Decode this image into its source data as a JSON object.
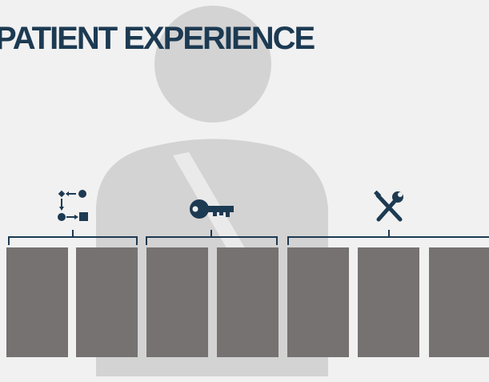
{
  "title": "PATIENT EXPERIENCE",
  "colors": {
    "background": "#f1f1f1",
    "figure": "#d4d3d3",
    "title": "#1c3a52",
    "icon": "#1c3a52",
    "block": "#767271"
  },
  "groups": [
    {
      "icon": "process-flow-icon",
      "block_count": 2
    },
    {
      "icon": "key-icon",
      "block_count": 2
    },
    {
      "icon": "tools-icon",
      "block_count": 3
    }
  ]
}
